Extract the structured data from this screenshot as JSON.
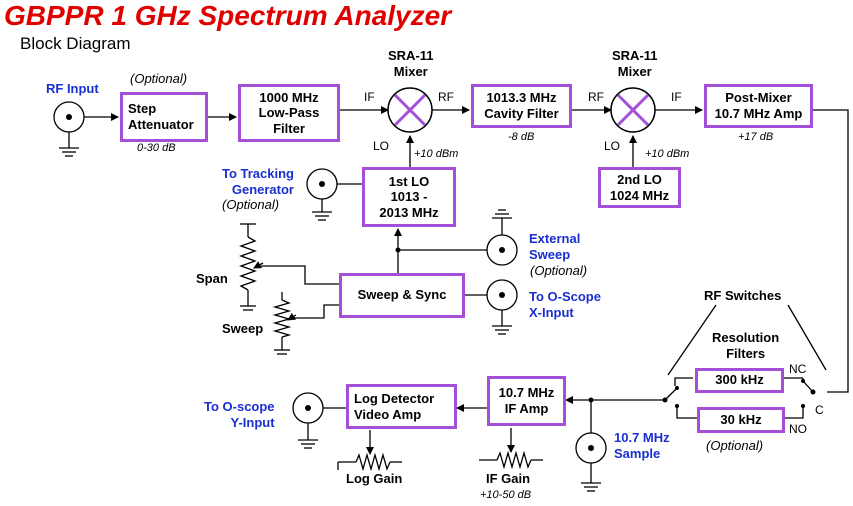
{
  "title": "GBPPR 1 GHz Spectrum Analyzer",
  "subtitle": "Block Diagram",
  "blocks": {
    "attenuator": "Step\nAttenuator",
    "lpf": "1000 MHz\nLow-Pass\nFilter",
    "cavity": "1013.3 MHz\nCavity Filter",
    "postmixer": "Post-Mixer\n10.7 MHz Amp",
    "lo1": "1st LO\n1013 -\n2013 MHz",
    "lo2": "2nd LO\n1024 MHz",
    "sweep": "Sweep & Sync",
    "f300": "300 kHz",
    "f30": "30 kHz",
    "ifamp": "10.7 MHz\nIF Amp",
    "logdet": "Log Detector\nVideo Amp"
  },
  "labels": {
    "rf_input": "RF Input",
    "optional_att": "(Optional)",
    "att_range": "0-30 dB",
    "mixer1": "SRA-11\nMixer",
    "mixer2": "SRA-11\nMixer",
    "m1_if": "IF",
    "m1_rf": "RF",
    "m1_lo": "LO",
    "m2_rf": "RF",
    "m2_if": "IF",
    "m2_lo": "LO",
    "lo1_level": "+10 dBm",
    "lo2_level": "+10 dBm",
    "cavity_loss": "-8 dB",
    "post_gain": "+17 dB",
    "tracking": "To Tracking\nGenerator",
    "tracking_opt": "(Optional)",
    "ext_sweep": "External\nSweep",
    "ext_sweep_opt": "(Optional)",
    "oscope_x": "To O-Scope\nX-Input",
    "span": "Span",
    "sweep_pot": "Sweep",
    "rf_switches": "RF Switches",
    "res_filters": "Resolution\nFilters",
    "nc": "NC",
    "c": "C",
    "no": "NO",
    "filter_opt": "(Optional)",
    "sample": "10.7 MHz\nSample",
    "oscope_y": "To O-scope\nY-Input",
    "log_gain": "Log Gain",
    "if_gain": "IF Gain",
    "if_gain_range": "+10-50 dB"
  },
  "colors": {
    "title": "#e00000",
    "block_border": "#a44fd8",
    "mixer_x": "#a44fd8",
    "callout": "#1a2fd0"
  }
}
